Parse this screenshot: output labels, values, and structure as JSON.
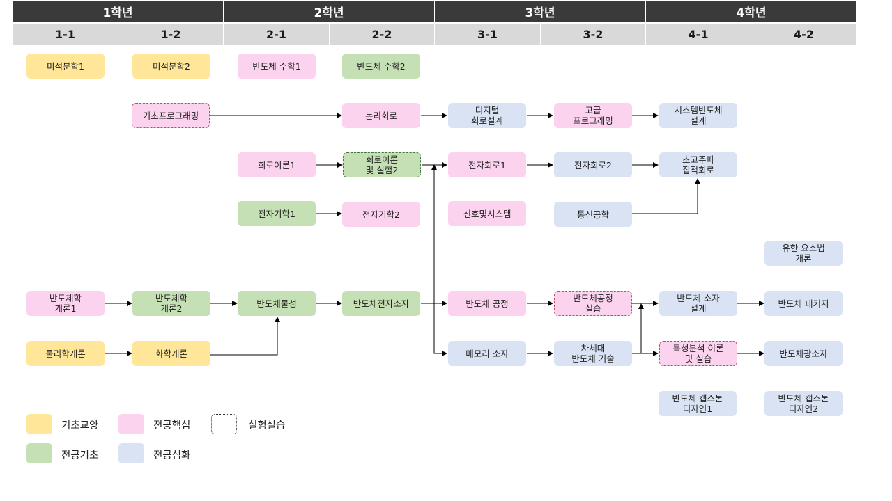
{
  "years": [
    "1학년",
    "2학년",
    "3학년",
    "4학년"
  ],
  "semesters": [
    "1-1",
    "1-2",
    "2-1",
    "2-2",
    "3-1",
    "3-2",
    "4-1",
    "4-2"
  ],
  "courses": {
    "calc1": "미적분학1",
    "calc2": "미적분학2",
    "semi_math1": "반도체 수학1",
    "semi_math2": "반도체 수학2",
    "basic_prog": "기초프로그래밍",
    "logic": "논리회로",
    "digital": "디지털\n회로설계",
    "adv_prog": "고급\n프로그래밍",
    "sys_semi": "시스템반도체\n설계",
    "circuit1": "회로이론1",
    "circuit2_lab": "회로이론\n및 실험2",
    "elec_circuit1": "전자회로1",
    "elec_circuit2": "전자회로2",
    "rfic": "초고주파\n집적회로",
    "em1": "전자기학1",
    "em2": "전자기학2",
    "signals": "신호및시스템",
    "comm": "통신공학",
    "fem": "유한 요소법\n개론",
    "semi_intro1": "반도체학\n개론1",
    "semi_intro2": "반도체학\n개론2",
    "semi_physics": "반도체물성",
    "semi_devices": "반도체전자소자",
    "semi_process": "반도체 공정",
    "semi_process_lab": "반도체공정\n실습",
    "semi_device_design": "반도체 소자\n설계",
    "semi_package": "반도체 패키지",
    "physics": "물리학개론",
    "chemistry": "화학개론",
    "memory": "메모리 소자",
    "next_gen": "차세대\n반도체 기술",
    "characterization": "특성분석 이론\n및 실습",
    "optoelectronic": "반도체광소자",
    "capstone1": "반도체 캡스톤\n디자인1",
    "capstone2": "반도체 캡스톤\n디자인2"
  },
  "legend": {
    "basic_liberal": "기초교양",
    "major_core": "전공핵심",
    "lab": "실험실습",
    "major_basic": "전공기초",
    "major_advanced": "전공심화"
  },
  "colors": {
    "basic_liberal": "#ffe699",
    "major_core": "#fbd3ee",
    "major_basic": "#c5e0b4",
    "major_advanced": "#dae3f3",
    "header_dark": "#3a3a3a",
    "header_light": "#d9d9d9"
  }
}
